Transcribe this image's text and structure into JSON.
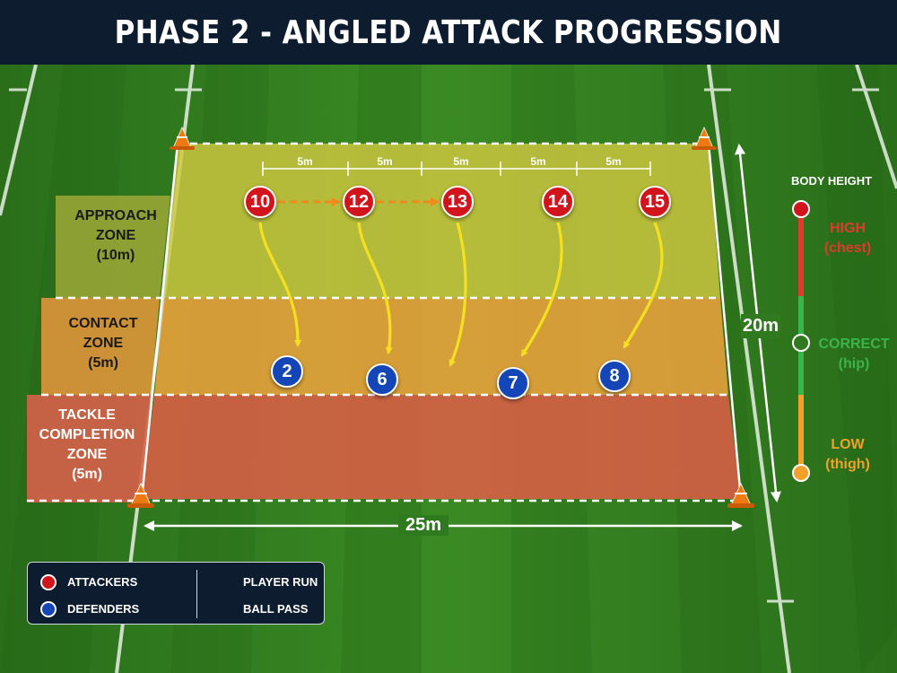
{
  "title": "PHASE 2 - ANGLED ATTACK PROGRESSION",
  "zones": [
    {
      "id": "approach",
      "lines": [
        "APPROACH",
        "ZONE",
        "(10m)"
      ]
    },
    {
      "id": "contact",
      "lines": [
        "CONTACT",
        "ZONE",
        "(5m)"
      ]
    },
    {
      "id": "tackle",
      "lines": [
        "TACKLE",
        "COMPLETION",
        "ZONE",
        "(5m)"
      ]
    }
  ],
  "spacing_labels": [
    "5m",
    "5m",
    "5m",
    "5m",
    "5m"
  ],
  "attackers": [
    "10",
    "12",
    "13",
    "14",
    "15"
  ],
  "defenders": [
    "2",
    "6",
    "7",
    "8"
  ],
  "dimensions": {
    "width": "25m",
    "length": "20m"
  },
  "body_height": {
    "title": "BODY HEIGHT",
    "levels": [
      {
        "name": "HIGH",
        "detail": "(chest)",
        "color": "#e03a2c"
      },
      {
        "name": "CORRECT",
        "detail": "(hip)",
        "color": "#39b54a"
      },
      {
        "name": "LOW",
        "detail": "(thigh)",
        "color": "#f2a02a"
      }
    ]
  },
  "legend": {
    "attackers": "ATTACKERS",
    "defenders": "DEFENDERS",
    "player_run": "PLAYER RUN",
    "ball_pass": "BALL PASS"
  },
  "colors": {
    "attacker": "#d2141c",
    "defender": "#1446b8",
    "run_arrow": "#f4e021",
    "pass_arrow": "#f08a1c",
    "approach_zone": "#c9c43a",
    "contact_zone": "#e9a33a",
    "tackle_zone": "#d9634a"
  }
}
